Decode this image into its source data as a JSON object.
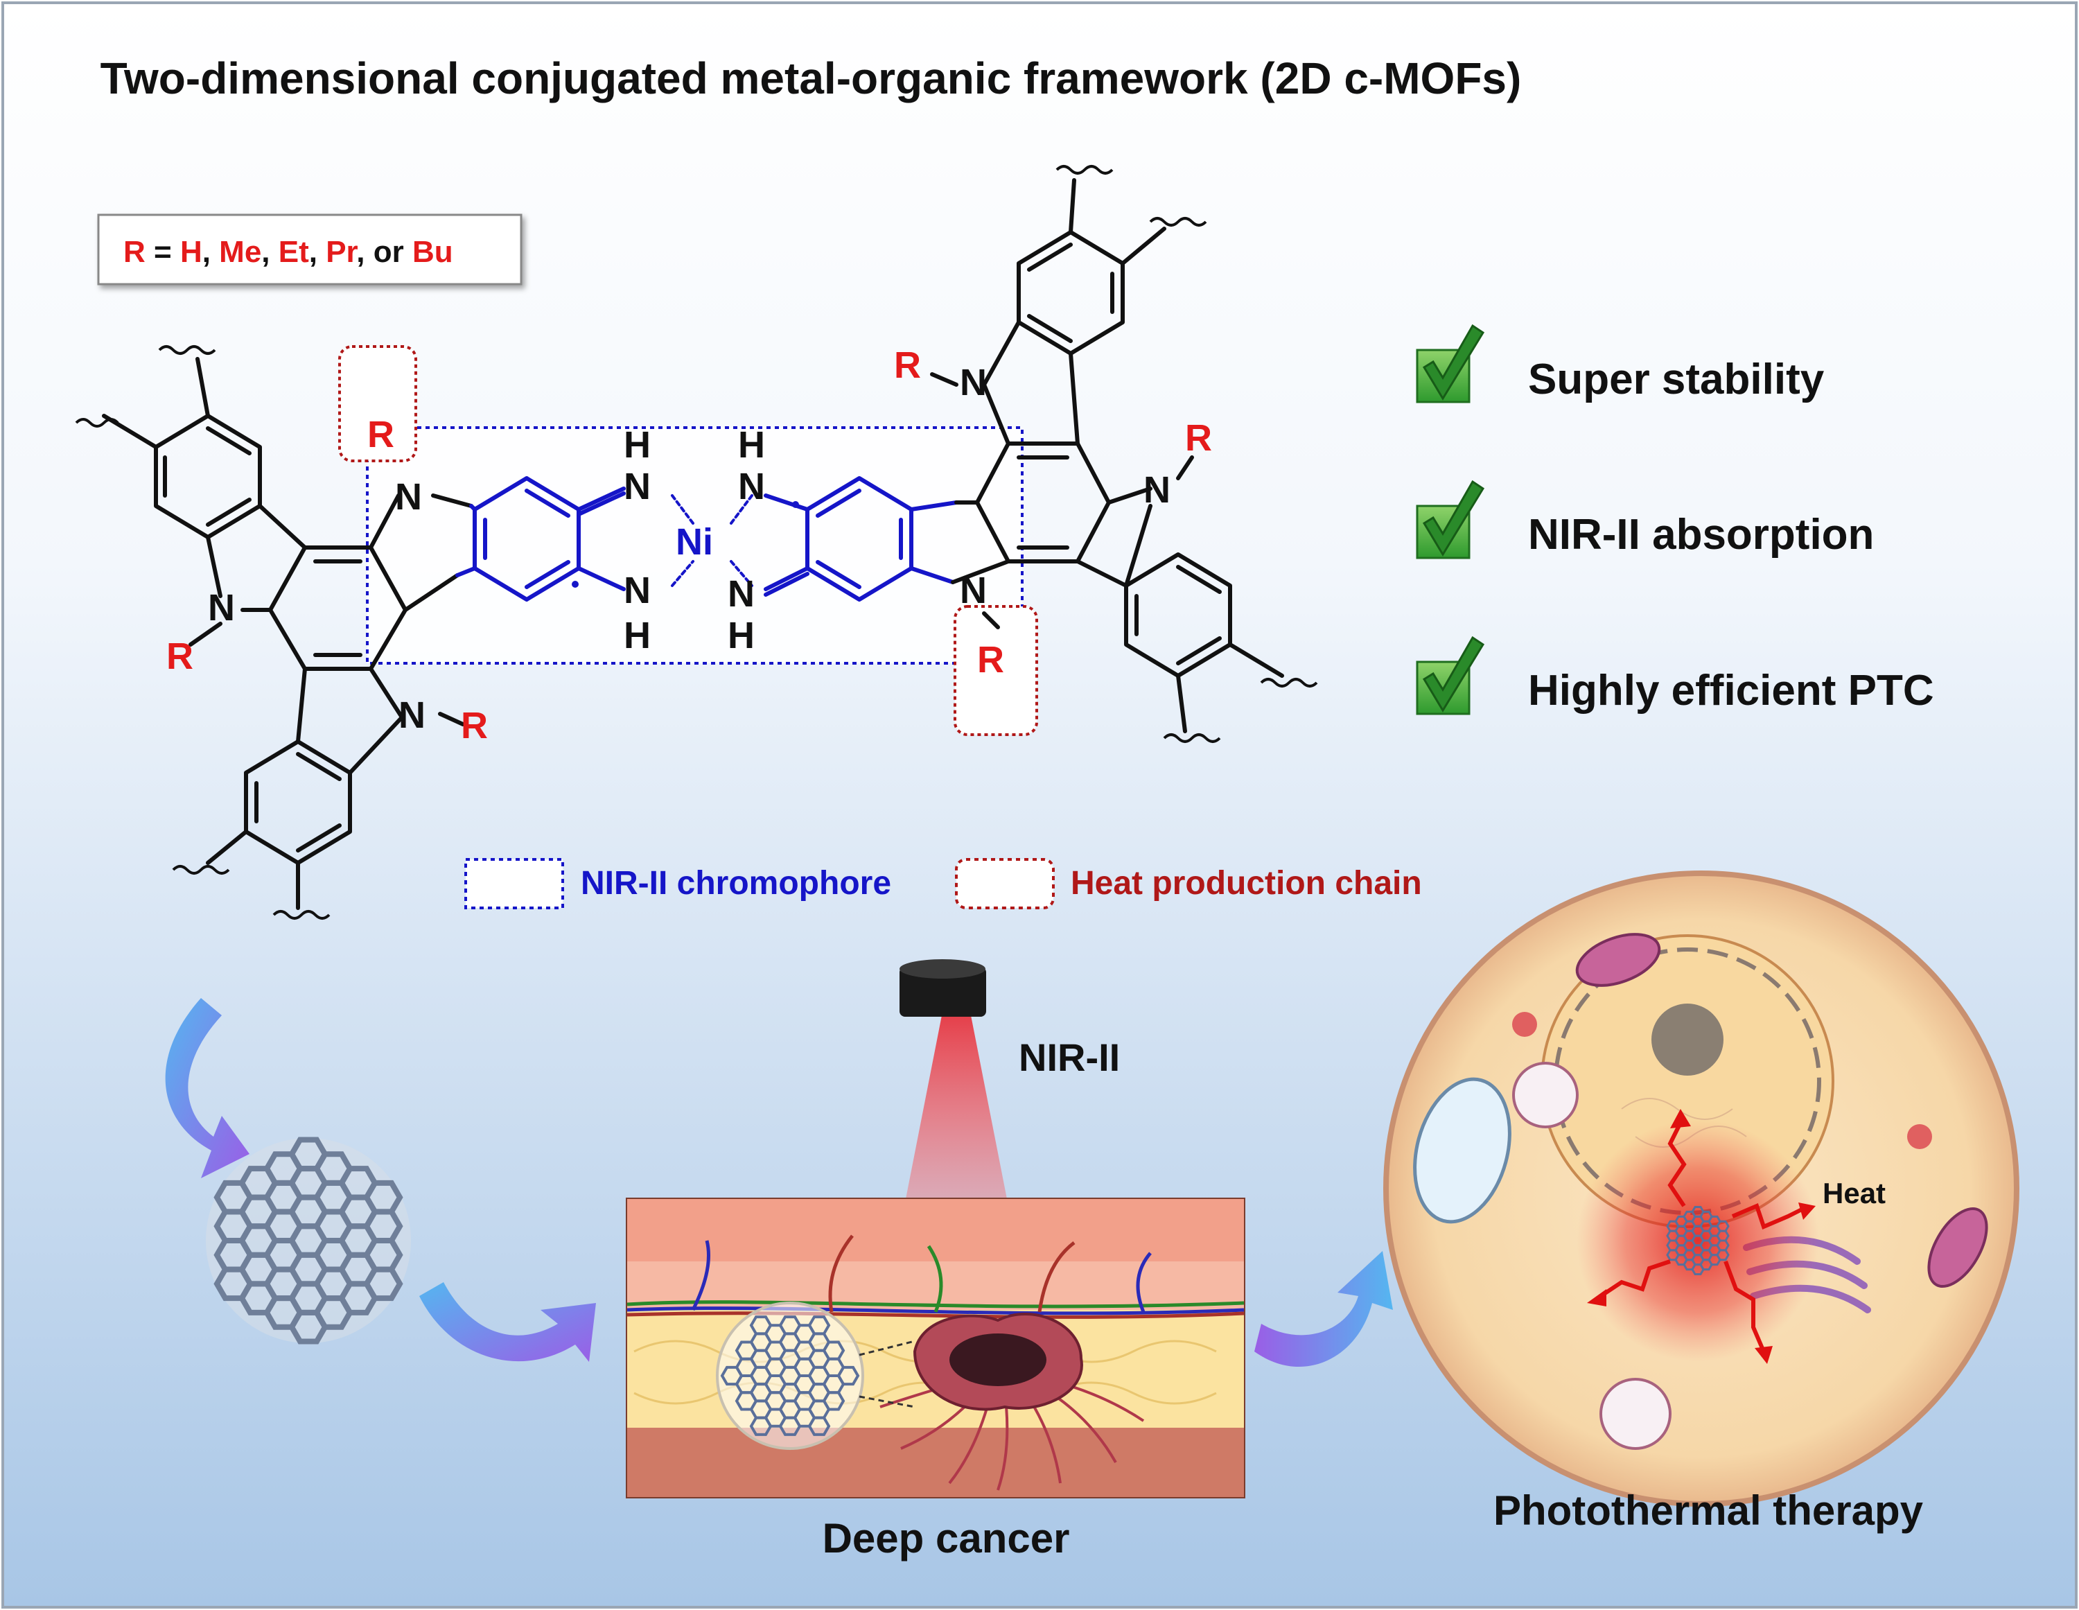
{
  "title": "Two-dimensional conjugated metal-organic framework (2D c-MOFs)",
  "r_legend": {
    "r": "R",
    "eq": " = ",
    "h": "H",
    "me": "Me",
    "et": "Et",
    "pr": "Pr",
    "bu": "Bu",
    "sep": ", ",
    "or": ", or "
  },
  "atoms": {
    "N": "N",
    "R": "R",
    "H": "H",
    "Ni": "Ni"
  },
  "features": [
    {
      "label": "Super stability"
    },
    {
      "label": "NIR-II absorption"
    },
    {
      "label": "Highly efficient PTC"
    }
  ],
  "legend": {
    "chromophore": "NIR-II chromophore",
    "heat_chain": "Heat production chain"
  },
  "labels": {
    "laser": "NIR-II",
    "deep_cancer": "Deep cancer",
    "therapy": "Photothermal therapy",
    "heat": "Heat"
  },
  "colors": {
    "red": "#e41b1b",
    "blue": "#1515c8",
    "dark_red": "#b01818",
    "green": "#2e9a2e"
  }
}
